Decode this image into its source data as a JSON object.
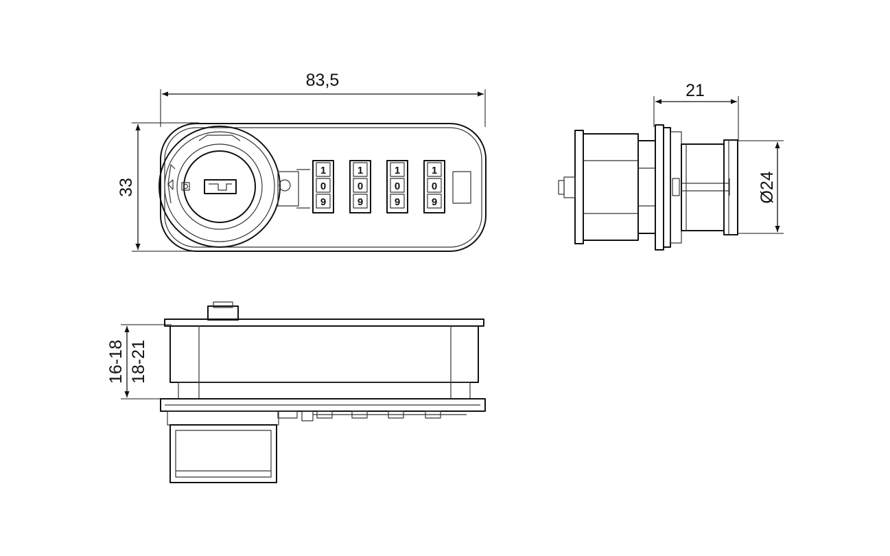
{
  "dimensions": {
    "width": "83,5",
    "height": "33",
    "depth": "21",
    "diameter": "Ø24",
    "thickness_a": "16-18",
    "thickness_b": "18-21"
  },
  "dials": [
    {
      "top": "1",
      "middle": "0",
      "bottom": "9"
    },
    {
      "top": "1",
      "middle": "0",
      "bottom": "9"
    },
    {
      "top": "1",
      "middle": "0",
      "bottom": "9"
    },
    {
      "top": "1",
      "middle": "0",
      "bottom": "9"
    }
  ]
}
